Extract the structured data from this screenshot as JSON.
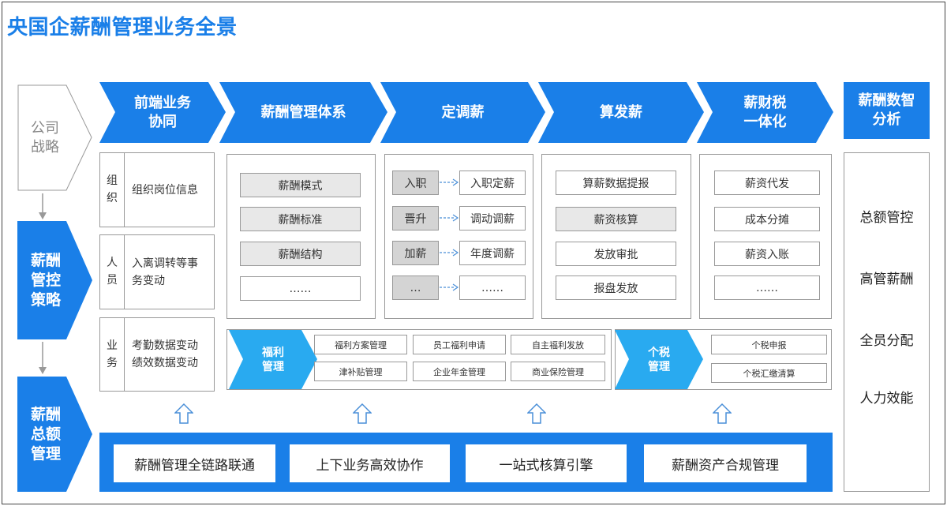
{
  "title": "央国企薪酬管理业务全景",
  "left_column": {
    "strategy": "公司\n战略",
    "control": "薪酬\n管控\n策略",
    "total": "薪酬\n总额\n管理"
  },
  "header": {
    "front": "前端业务\n协同",
    "system": "薪酬管理体系",
    "adjust": "定调薪",
    "calc": "算发薪",
    "tax": "薪财税\n一体化",
    "analysis": "薪酬数智\n分析"
  },
  "front": {
    "rows": [
      {
        "tag": "组\n织",
        "text": "组织岗位信息"
      },
      {
        "tag": "人\n员",
        "text": "入离调转等事\n务变动"
      },
      {
        "tag": "业\n务",
        "text": "考勤数据变动\n绩效数据变动"
      }
    ]
  },
  "system": {
    "items": [
      "薪酬模式",
      "薪酬标准",
      "薪酬结构",
      "……"
    ]
  },
  "adjust": {
    "rows": [
      {
        "from": "入职",
        "to": "入职定薪"
      },
      {
        "from": "晋升",
        "to": "调动调薪"
      },
      {
        "from": "加薪",
        "to": "年度调薪"
      },
      {
        "from": "…",
        "to": "……"
      }
    ]
  },
  "calc": {
    "items": [
      "算薪数据提报",
      "薪资核算",
      "发放审批",
      "报盘发放"
    ]
  },
  "tax": {
    "items": [
      "薪资代发",
      "成本分摊",
      "薪资入账",
      "……"
    ]
  },
  "benefit": {
    "label": "福利\n管理",
    "items": [
      "福利方案管理",
      "员工福利申请",
      "自主福利发放",
      "津补贴管理",
      "企业年金管理",
      "商业保险管理"
    ]
  },
  "personal_tax": {
    "label": "个税\n管理",
    "items": [
      "个税申报",
      "个税汇缴清算"
    ]
  },
  "bottom": {
    "items": [
      "薪酬管理全链路联通",
      "上下业务高效协作",
      "一站式核算引擎",
      "薪酬资产合规管理"
    ]
  },
  "analysis": {
    "items": [
      "总额管控",
      "高管薪酬",
      "全员分配",
      "人力效能"
    ]
  },
  "colors": {
    "primary": "#1a7fe8",
    "light": "#29aaf0",
    "gray_text": "#888888"
  }
}
